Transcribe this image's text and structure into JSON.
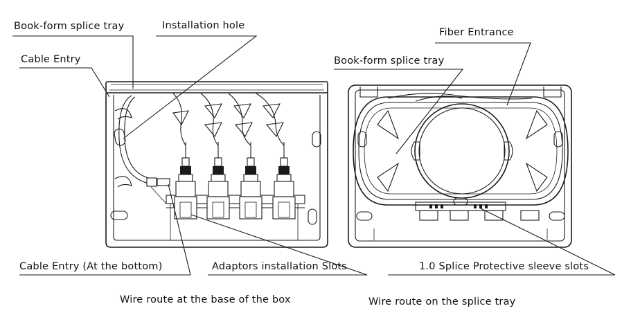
{
  "labels": {
    "book_form_tray_left": "Book-form splice tray",
    "installation_hole": "Installation hole",
    "cable_entry": "Cable Entry",
    "fiber_entrance": "Fiber Entrance",
    "book_form_tray_right": "Book-form splice tray",
    "cable_entry_bottom": "Cable Entry (At the bottom)",
    "adaptors_slots": "Adaptors installation Slots",
    "splice_sleeve_slots": "1.0 Splice Protective sleeve slots",
    "wire_route_base": "Wire route at the base of the box",
    "wire_route_tray": "Wire route on the splice tray"
  },
  "adapter_count": 4
}
